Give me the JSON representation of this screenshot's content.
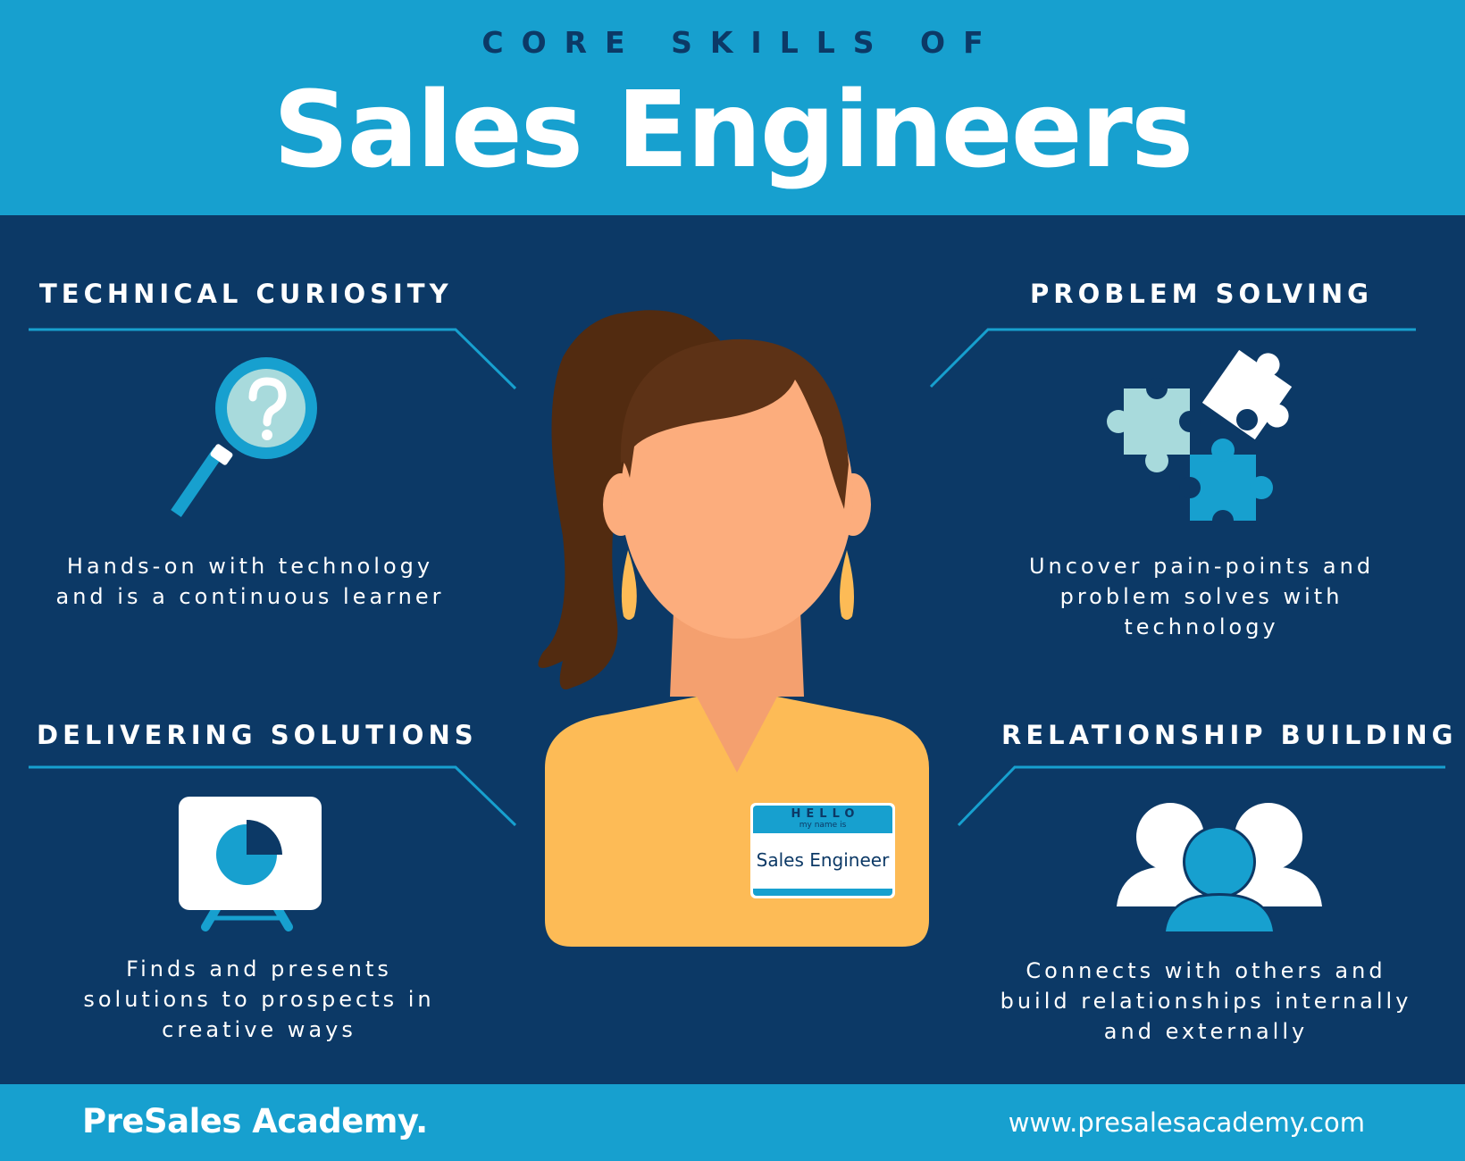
{
  "header": {
    "kicker": "CORE SKILLS OF",
    "title": "Sales Engineers"
  },
  "colors": {
    "header_bg": "#17a0cf",
    "body_bg": "#0c3966",
    "accent": "#17a0cf",
    "light_teal": "#a8dadc",
    "shirt": "#fdbb56",
    "skin": "#fcad7d",
    "hair": "#5d3216"
  },
  "skills": [
    {
      "title": "TECHNICAL CURIOSITY",
      "icon": "magnifying-glass-question-icon",
      "description_lines": [
        "Hands-on with technology",
        "and is a continuous learner"
      ]
    },
    {
      "title": "PROBLEM SOLVING",
      "icon": "puzzle-pieces-icon",
      "description_lines": [
        "Uncover pain-points and",
        "problem solves with",
        "technology"
      ]
    },
    {
      "title": "DELIVERING SOLUTIONS",
      "icon": "presentation-board-pie-chart-icon",
      "description_lines": [
        "Finds and presents",
        "solutions to prospects in",
        "creative ways"
      ]
    },
    {
      "title": "RELATIONSHIP BUILDING",
      "icon": "people-group-icon",
      "description_lines": [
        "Connects with others and",
        "build relationships internally",
        "and externally"
      ]
    }
  ],
  "figure": {
    "icon": "sales-engineer-avatar-icon",
    "nametag": {
      "hello": "HELLO",
      "subtitle": "my name is",
      "name": "Sales Engineer"
    }
  },
  "footer": {
    "brand": "PreSales Academy.",
    "url": "www.presalesacademy.com"
  }
}
